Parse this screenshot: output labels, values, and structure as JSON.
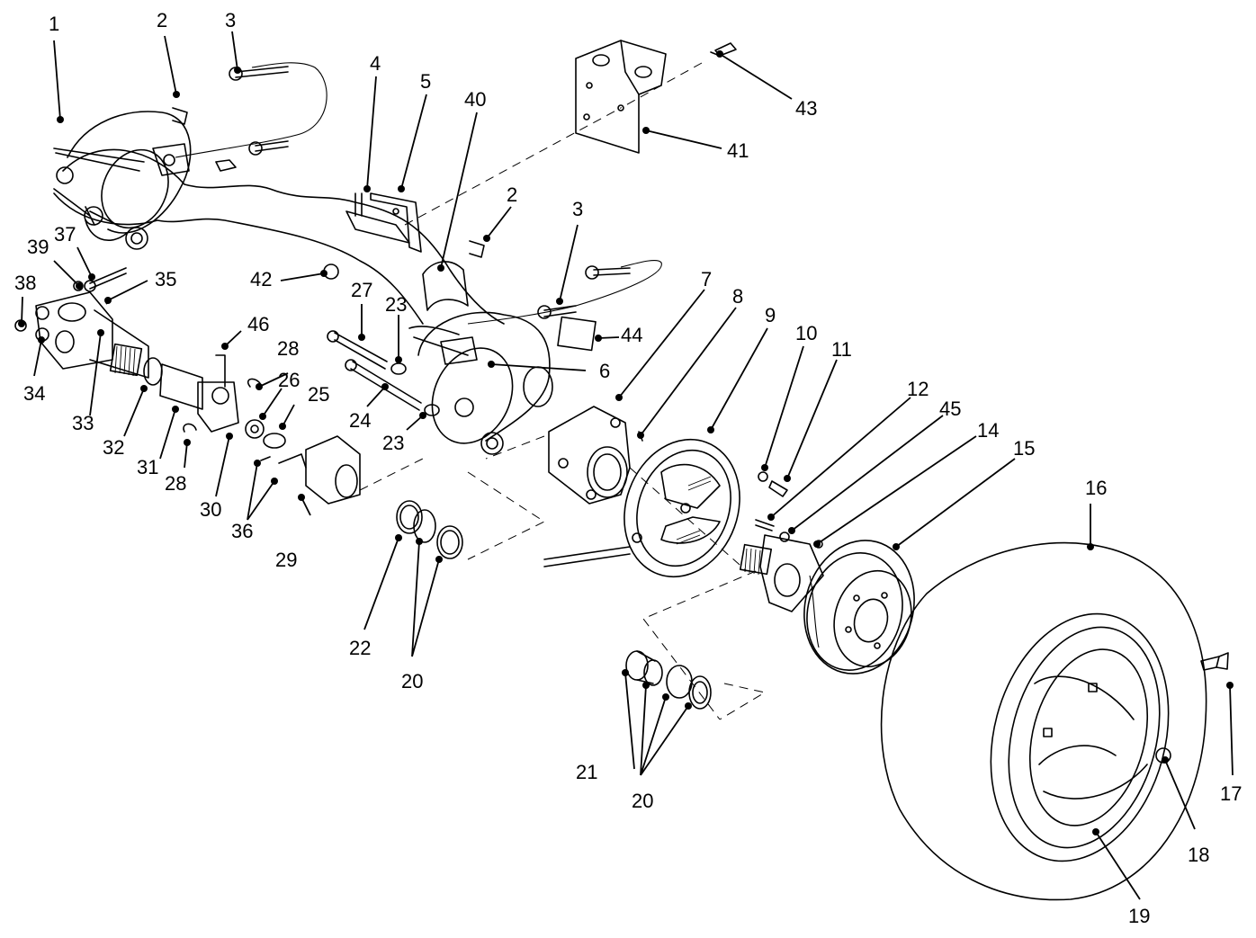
{
  "callouts": [
    "1",
    "2",
    "3",
    "4",
    "5",
    "40",
    "2",
    "3",
    "6",
    "7",
    "8",
    "9",
    "10",
    "11",
    "12",
    "45",
    "14",
    "15",
    "16",
    "17",
    "18",
    "19",
    "20",
    "20",
    "21",
    "22",
    "23",
    "23",
    "24",
    "25",
    "26",
    "27",
    "28",
    "28",
    "29",
    "30",
    "31",
    "32",
    "33",
    "34",
    "35",
    "36",
    "37",
    "38",
    "39",
    "41",
    "42",
    "43",
    "44",
    "46"
  ]
}
